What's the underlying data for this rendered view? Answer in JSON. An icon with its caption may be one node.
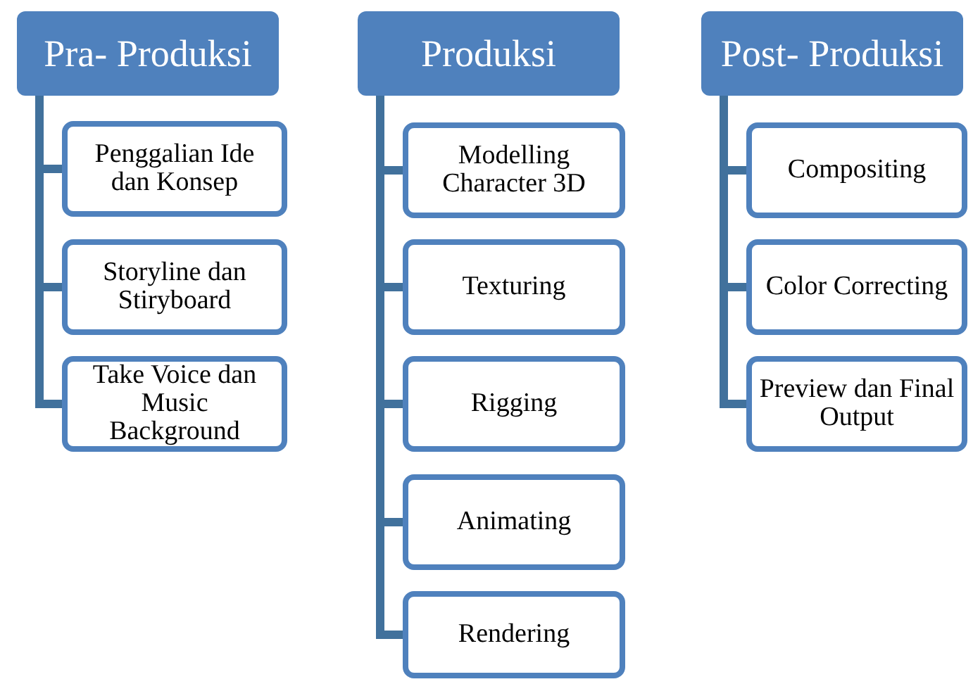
{
  "diagram": {
    "nodes": [
      {
        "text": [
          "Pra- Produksi"
        ]
      },
      {
        "text": [
          "Penggalian Ide dan Konsep"
        ]
      },
      {
        "text": [
          "Storyline dan Stiryboard"
        ]
      },
      {
        "text": [
          "Take Voice dan Music Background"
        ]
      },
      {
        "text": [
          "Produksi"
        ]
      },
      {
        "text": [
          "Modelling Character 3D"
        ]
      },
      {
        "text": [
          "Texturing"
        ]
      },
      {
        "text": [
          "Rigging"
        ]
      },
      {
        "text": [
          "Animating"
        ]
      },
      {
        "text": [
          "Rendering"
        ]
      },
      {
        "text": [
          "Post- Produksi"
        ]
      },
      {
        "text": [
          "Compositing"
        ]
      },
      {
        "text": [
          "Color Correcting"
        ]
      },
      {
        "text": [
          "Preview dan Final Output"
        ]
      }
    ],
    "edges": [
      {
        "from": 0,
        "to": 1,
        "arrow": "none"
      },
      {
        "from": 0,
        "to": 2,
        "arrow": "none"
      },
      {
        "from": 0,
        "to": 3,
        "arrow": "none"
      },
      {
        "from": 4,
        "to": 5,
        "arrow": "none"
      },
      {
        "from": 4,
        "to": 6,
        "arrow": "none"
      },
      {
        "from": 4,
        "to": 7,
        "arrow": "none"
      },
      {
        "from": 4,
        "to": 8,
        "arrow": "none"
      },
      {
        "from": 4,
        "to": 9,
        "arrow": "none"
      },
      {
        "from": 10,
        "to": 11,
        "arrow": "none"
      },
      {
        "from": 10,
        "to": 12,
        "arrow": "none"
      },
      {
        "from": 10,
        "to": 13,
        "arrow": "none"
      }
    ]
  }
}
